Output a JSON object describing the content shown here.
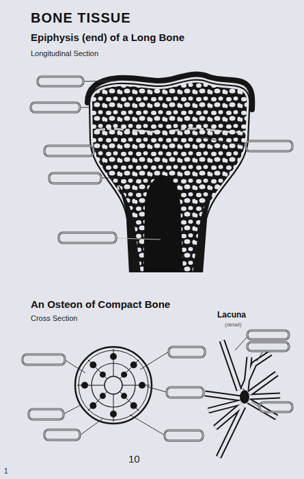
{
  "diagram": {
    "title": "BONE TISSUE",
    "labels": [
      "Epiphysis (end) of a Long Bone",
      "Longitudinal Section",
      "An Osteon of Compact Bone",
      "Cross Section",
      "Lacuna",
      "(detail)",
      "10",
      "1"
    ]
  }
}
